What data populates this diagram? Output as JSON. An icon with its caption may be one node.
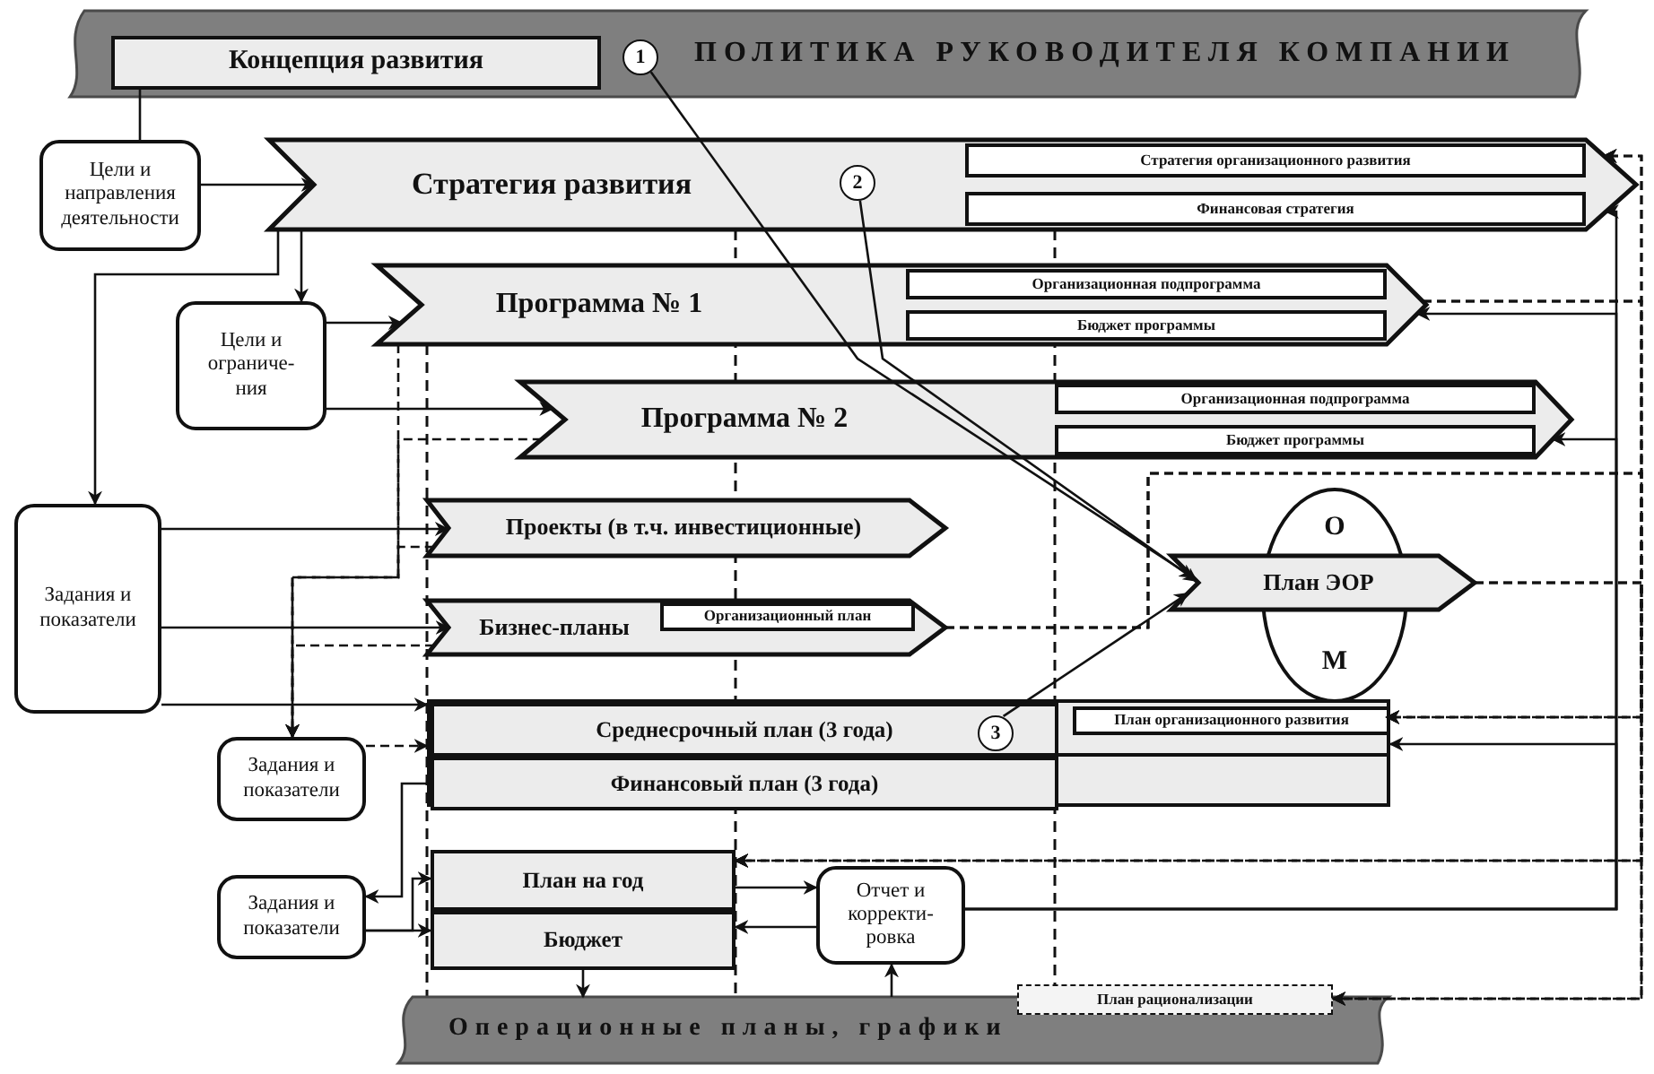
{
  "diagram": {
    "nodes": [
      {
        "text": [
          "ПОЛИТИКА РУКОВОДИТЕЛЯ КОМПАНИИ"
        ]
      },
      {
        "text": [
          "Концепция развития"
        ],
        "in": 0
      },
      {
        "text": [
          "1"
        ],
        "in": 0
      },
      {
        "text": [
          "Цели и направления деятельности"
        ]
      },
      {
        "text": [
          "Стратегия развития"
        ]
      },
      {
        "text": [
          "Стратегия организационного развития"
        ],
        "in": 4
      },
      {
        "text": [
          "Финансовая стратегия"
        ],
        "in": 4
      },
      {
        "text": [
          "2"
        ],
        "in": 4
      },
      {
        "text": [
          "Цели и ограниче- ния"
        ]
      },
      {
        "text": [
          "Программа № 1"
        ]
      },
      {
        "text": [
          "Организационная подпрограмма"
        ],
        "in": 9
      },
      {
        "text": [
          "Бюджет программы"
        ],
        "in": 9
      },
      {
        "text": [
          "Программа № 2"
        ]
      },
      {
        "text": [
          "Организационная подпрограмма"
        ],
        "in": 12
      },
      {
        "text": [
          "Бюджет программы"
        ],
        "in": 12
      },
      {
        "text": [
          "Задания и показатели"
        ]
      },
      {
        "text": [
          "Проекты (в т.ч. инвестиционные)"
        ]
      },
      {
        "text": [
          "Бизнес-планы"
        ]
      },
      {
        "text": [
          "Организационный план"
        ],
        "in": 17
      },
      {
        "text": [
          "О",
          "М"
        ]
      },
      {
        "text": [
          "План ЭОР"
        ]
      },
      {
        "text": [],
        "shape": "box"
      },
      {
        "text": [
          "Среднесрочный план (3 года)"
        ],
        "in": 21
      },
      {
        "text": [
          "Финансовый план (3 года)"
        ],
        "in": 21
      },
      {
        "text": [
          "План организационного развития"
        ],
        "in": 21
      },
      {
        "text": [
          "3"
        ],
        "in": 22
      },
      {
        "text": [
          "Задания и показатели"
        ]
      },
      {
        "text": [
          "Задания и показатели"
        ]
      },
      {
        "text": [
          "План на год"
        ]
      },
      {
        "text": [
          "Бюджет"
        ]
      },
      {
        "text": [
          "Отчет и корректи- ровка"
        ]
      },
      {
        "text": [
          "Операционные планы, графики"
        ]
      },
      {
        "text": [
          "План рационализации"
        ]
      }
    ],
    "edges": [
      {
        "from": 1,
        "to": 3,
        "arrow": "none"
      },
      {
        "from": 3,
        "to": 4,
        "arrow": "to"
      },
      {
        "from": 4,
        "to": 8,
        "arrow": "to"
      },
      {
        "from": 4,
        "to": 15,
        "arrow": "to"
      },
      {
        "from": 8,
        "to": 9,
        "arrow": "to"
      },
      {
        "from": 8,
        "to": 12,
        "arrow": "to"
      },
      {
        "from": 12,
        "to": 26,
        "arrow": "to",
        "style": "dashed"
      },
      {
        "from": 16,
        "to": 26,
        "arrow": "to",
        "style": "dashed"
      },
      {
        "from": 17,
        "to": 26,
        "arrow": "to",
        "style": "dashed"
      },
      {
        "from": 26,
        "to": 21,
        "arrow": "to",
        "style": "dashed"
      },
      {
        "from": 15,
        "to": 16,
        "arrow": "to"
      },
      {
        "from": 15,
        "to": 17,
        "arrow": "to"
      },
      {
        "from": 15,
        "to": 21,
        "arrow": "to"
      },
      {
        "from": 21,
        "to": 27,
        "arrow": "to"
      },
      {
        "from": 27,
        "to": 28,
        "arrow": "to"
      },
      {
        "from": 27,
        "to": 29,
        "arrow": "to"
      },
      {
        "from": 28,
        "to": 30,
        "arrow": "to"
      },
      {
        "from": 30,
        "to": 29,
        "arrow": "to"
      },
      {
        "from": 31,
        "to": 30,
        "arrow": "to"
      },
      {
        "from": 29,
        "to": 31,
        "arrow": "to"
      },
      {
        "from": 30,
        "to": 4,
        "arrow": "to"
      },
      {
        "from": 30,
        "to": 9,
        "arrow": "to"
      },
      {
        "from": 30,
        "to": 12,
        "arrow": "to"
      },
      {
        "from": 30,
        "to": 21,
        "arrow": "to"
      },
      {
        "from": 9,
        "to": 4,
        "arrow": "to",
        "style": "dashed"
      },
      {
        "from": 9,
        "to": 24,
        "arrow": "to",
        "style": "dashed"
      },
      {
        "from": 9,
        "to": 28,
        "arrow": "to",
        "style": "dashed"
      },
      {
        "from": 9,
        "to": 32,
        "arrow": "to",
        "style": "dashed"
      },
      {
        "from": 20,
        "to": 4,
        "arrow": "to",
        "style": "dashed"
      },
      {
        "from": 20,
        "to": 24,
        "arrow": "to",
        "style": "dashed"
      },
      {
        "from": 20,
        "to": 28,
        "arrow": "to",
        "style": "dashed"
      },
      {
        "from": 20,
        "to": 32,
        "arrow": "to",
        "style": "dashed"
      },
      {
        "from": 17,
        "to": 4,
        "arrow": "to",
        "style": "dashed"
      },
      {
        "from": 17,
        "to": 24,
        "arrow": "to",
        "style": "dashed"
      },
      {
        "from": 17,
        "to": 28,
        "arrow": "to",
        "style": "dashed"
      },
      {
        "from": 17,
        "to": 32,
        "arrow": "to",
        "style": "dashed"
      },
      {
        "from": 2,
        "to": 20,
        "arrow": "to"
      },
      {
        "from": 7,
        "to": 20,
        "arrow": "to"
      },
      {
        "from": 25,
        "to": 20,
        "arrow": "to"
      },
      {
        "from": 9,
        "to": 26,
        "arrow": "to",
        "style": "dashed"
      }
    ]
  }
}
